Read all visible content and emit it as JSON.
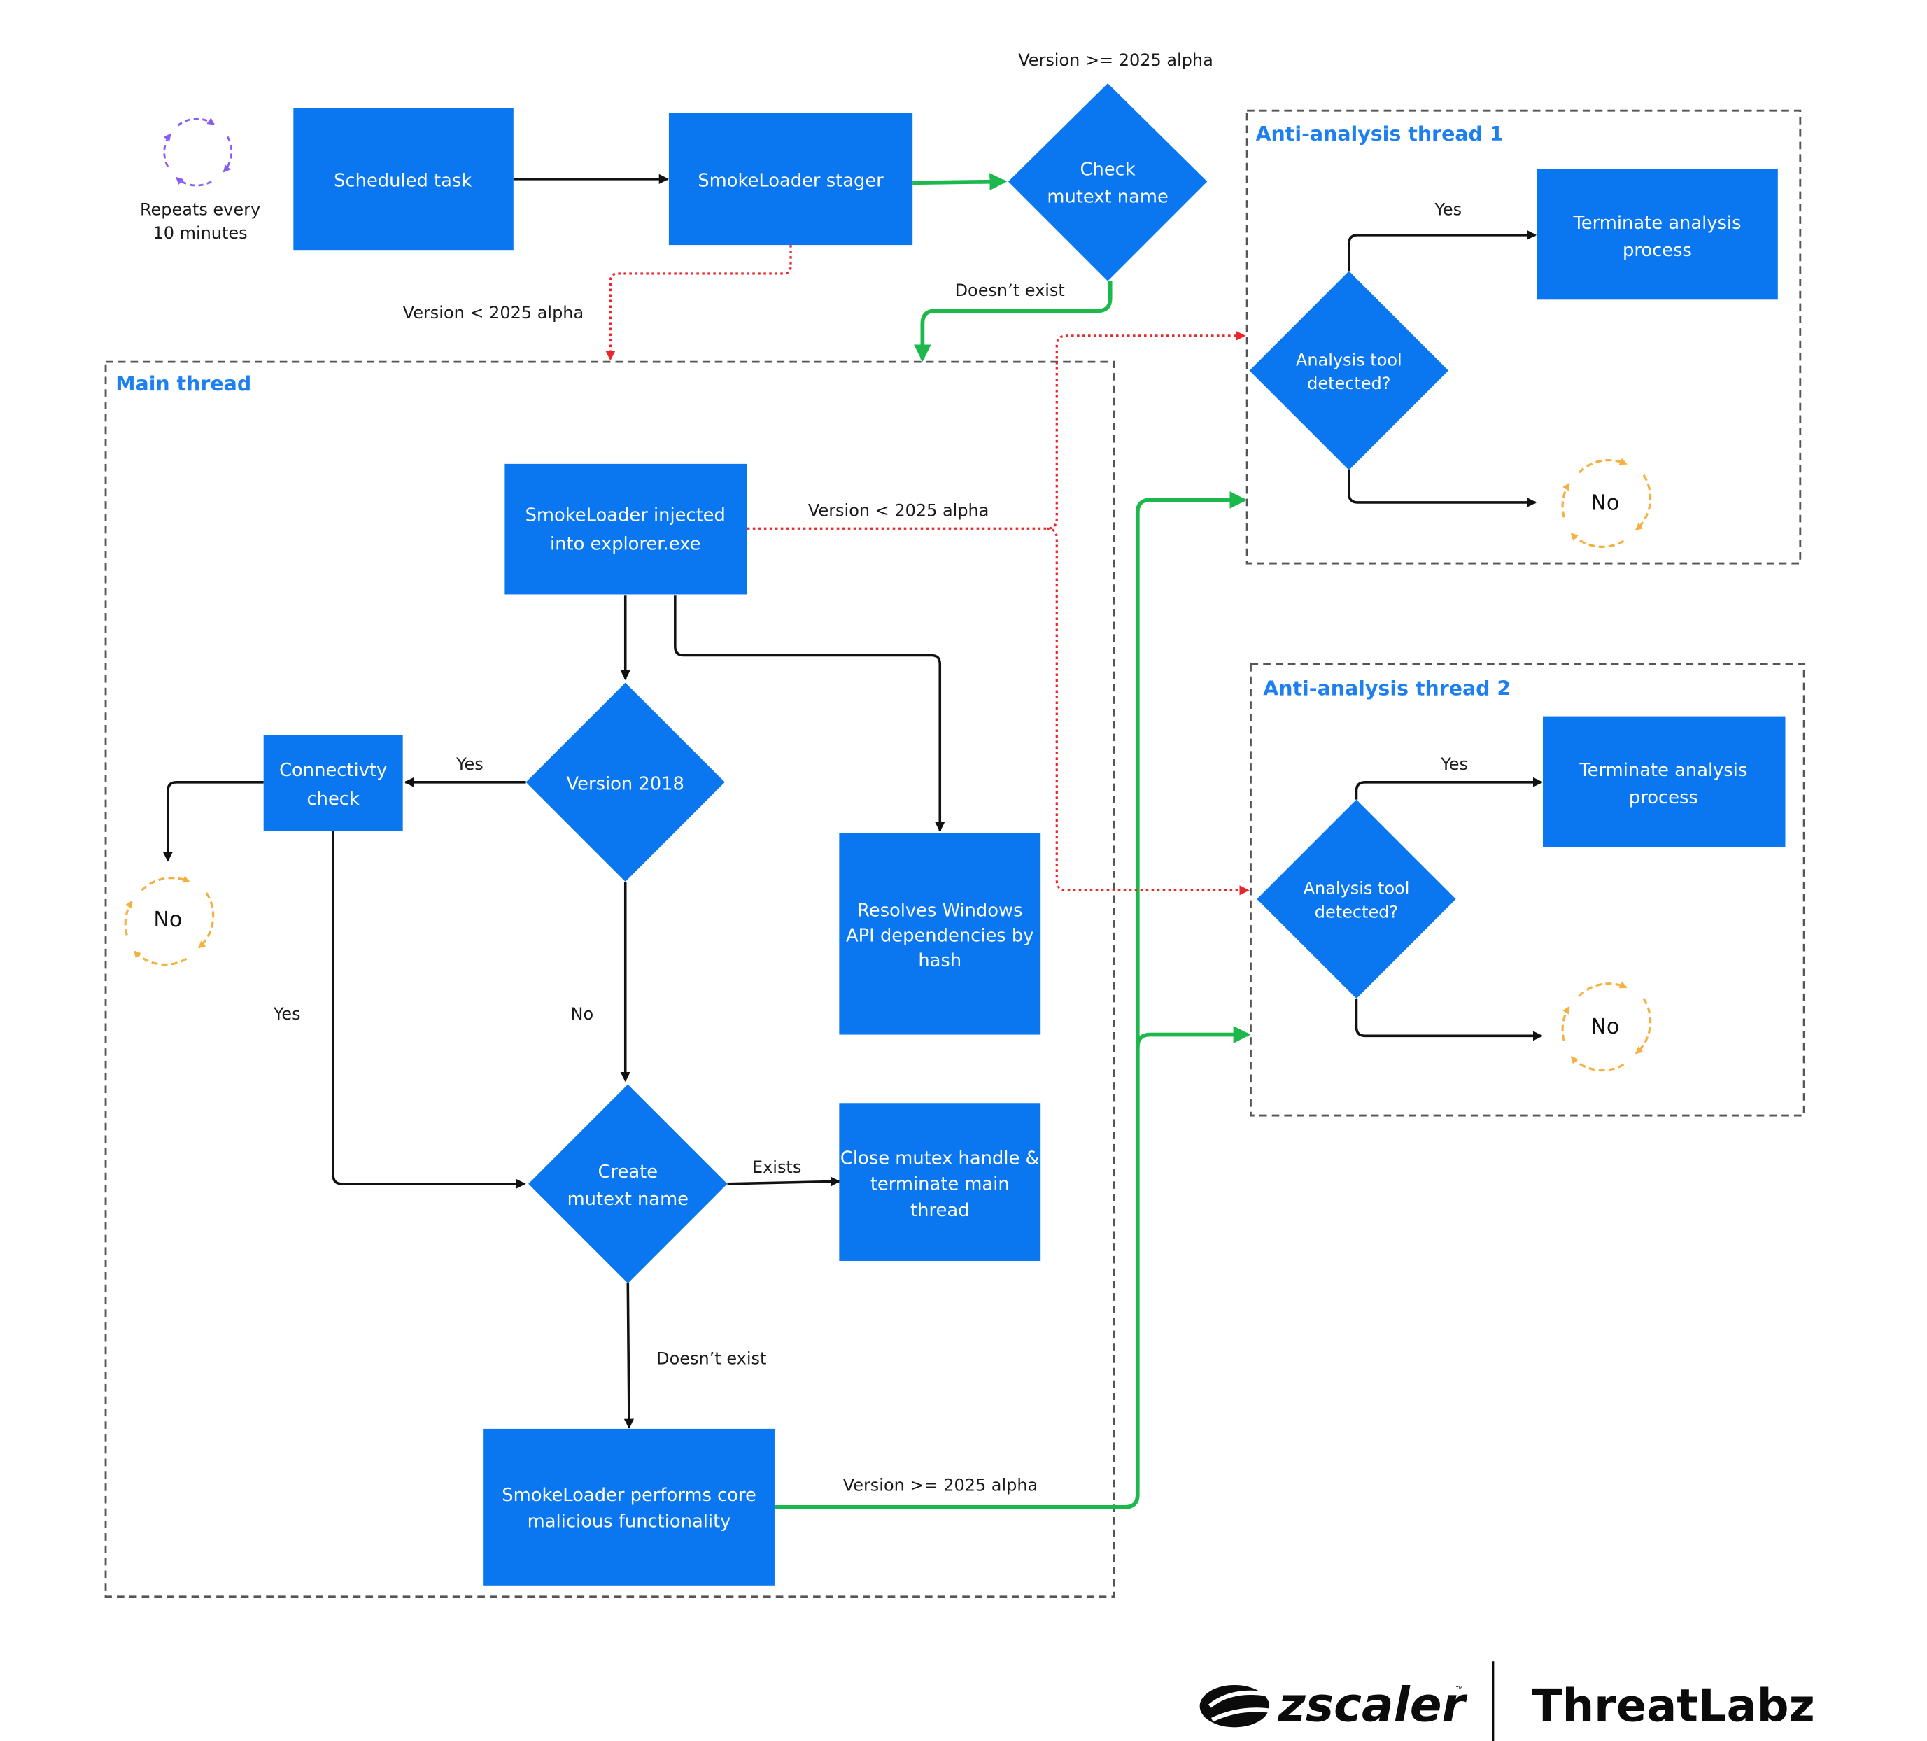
{
  "colors": {
    "node_fill": "#0a77f0",
    "node_text": "#ffffff",
    "group_title": "#1e80f0",
    "arrow_default": "#111111",
    "arrow_green": "#1cb84c",
    "arrow_red_dotted": "#e8262b",
    "loop_purple": "#8a5cf6",
    "loop_orange": "#f5b041"
  },
  "repeat_note": {
    "line1": "Repeats every",
    "line2": "10 minutes",
    "icon": "refresh-cycle-icon"
  },
  "nodes": {
    "scheduled_task": "Scheduled task",
    "stager": "SmokeLoader stager",
    "check_mutex": {
      "line1": "Check",
      "line2": "mutext name"
    },
    "injected": {
      "line1": "SmokeLoader injected",
      "line2": "into explorer.exe"
    },
    "version_2018": "Version 2018",
    "connectivity": {
      "line1": "Connectivty",
      "line2": "check"
    },
    "resolves": {
      "line1": "Resolves Windows",
      "line2": "API dependencies by",
      "line3": "hash"
    },
    "create_mutex": {
      "line1": "Create",
      "line2": "mutext name"
    },
    "close_mutex": {
      "line1": "Close mutex handle &",
      "line2": "terminate main",
      "line3": "thread"
    },
    "core": {
      "line1": "SmokeLoader performs core",
      "line2": "malicious functionality"
    },
    "t1_terminate": {
      "line1": "Terminate analysis",
      "line2": "process"
    },
    "t1_detected": {
      "line1": "Analysis tool",
      "line2": "detected?"
    },
    "t2_terminate": {
      "line1": "Terminate analysis",
      "line2": "process"
    },
    "t2_detected": {
      "line1": "Analysis tool",
      "line2": "detected?"
    }
  },
  "groups": {
    "main": "Main thread",
    "anti1": "Anti-analysis thread 1",
    "anti2": "Anti-analysis thread 2"
  },
  "edge_labels": {
    "version_ge_top": "Version >= 2025 alpha",
    "version_lt_top": "Version < 2025 alpha",
    "doesnt_exist_top": "Doesn’t exist",
    "version_lt_injected": "Version < 2025 alpha",
    "yes_connectivity": "Yes",
    "yes_left": "Yes",
    "no_middle": "No",
    "exists": "Exists",
    "doesnt_exist_bottom": "Doesn’t exist",
    "version_ge_bottom": "Version >= 2025 alpha",
    "t1_yes": "Yes",
    "t2_yes": "Yes"
  },
  "terminals": {
    "no_left": "No",
    "t1_no": "No",
    "t2_no": "No"
  },
  "brand": {
    "zscaler": "zscaler",
    "tm": "™",
    "threatlabz": "ThreatLabz"
  }
}
